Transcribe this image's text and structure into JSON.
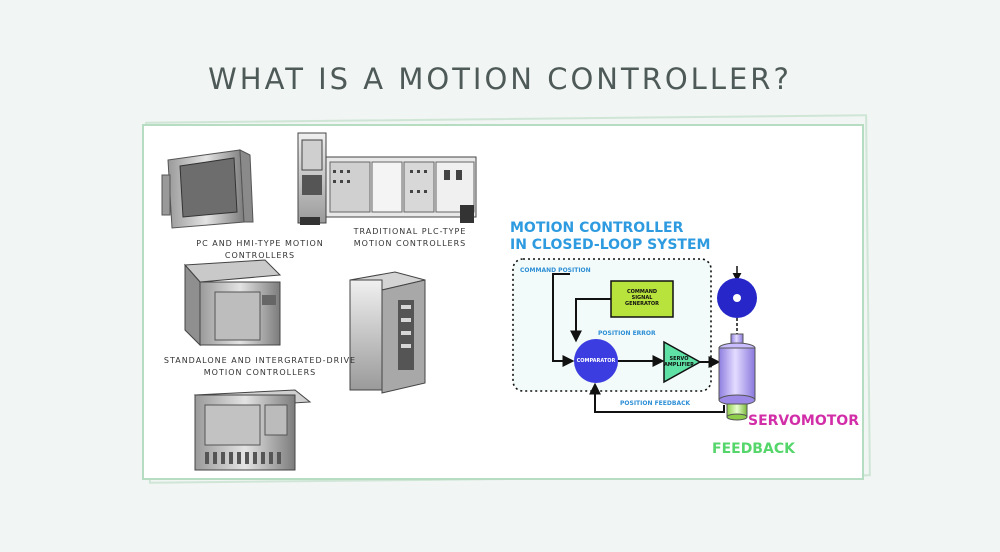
{
  "title": "WHAT IS A MOTION CONTROLLER?",
  "captions": {
    "pc_hmi": [
      "PC AND HMI-TYPE MOTION",
      "CONTROLLERS"
    ],
    "plc": [
      "TRADITIONAL PLC-TYPE",
      "MOTION CONTROLLERS"
    ],
    "standalone": [
      "STANDALONE AND INTERGRATED-DRIVE",
      "MOTION CONTROLLERS"
    ]
  },
  "diagram": {
    "title_lines": [
      "MOTION CONTROLLER",
      "IN CLOSED-LOOP SYSTEM"
    ],
    "command_position": "COMMAND POSITION",
    "command_signal_generator": [
      "COMMAND",
      "SIGNAL",
      "GENERATOR"
    ],
    "position_error": "POSITION ERROR",
    "comparator": "COMPARATOR",
    "servo_amplifier": [
      "SERVO",
      "AMPLIFIER"
    ],
    "position_feedback": "POSITION FEEDBACK",
    "servomotor": "SERVOMOTOR",
    "feedback": "FEEDBACK"
  },
  "colors": {
    "accent_blue": "#2e9be0",
    "comparator_fill": "#3b3de0",
    "generator_fill": "#b8e23c",
    "amplifier_fill": "#5fe1a6",
    "servomotor_label": "#d22ea8",
    "feedback_label": "#55d66a",
    "motor_body": "#b9a8f2"
  }
}
